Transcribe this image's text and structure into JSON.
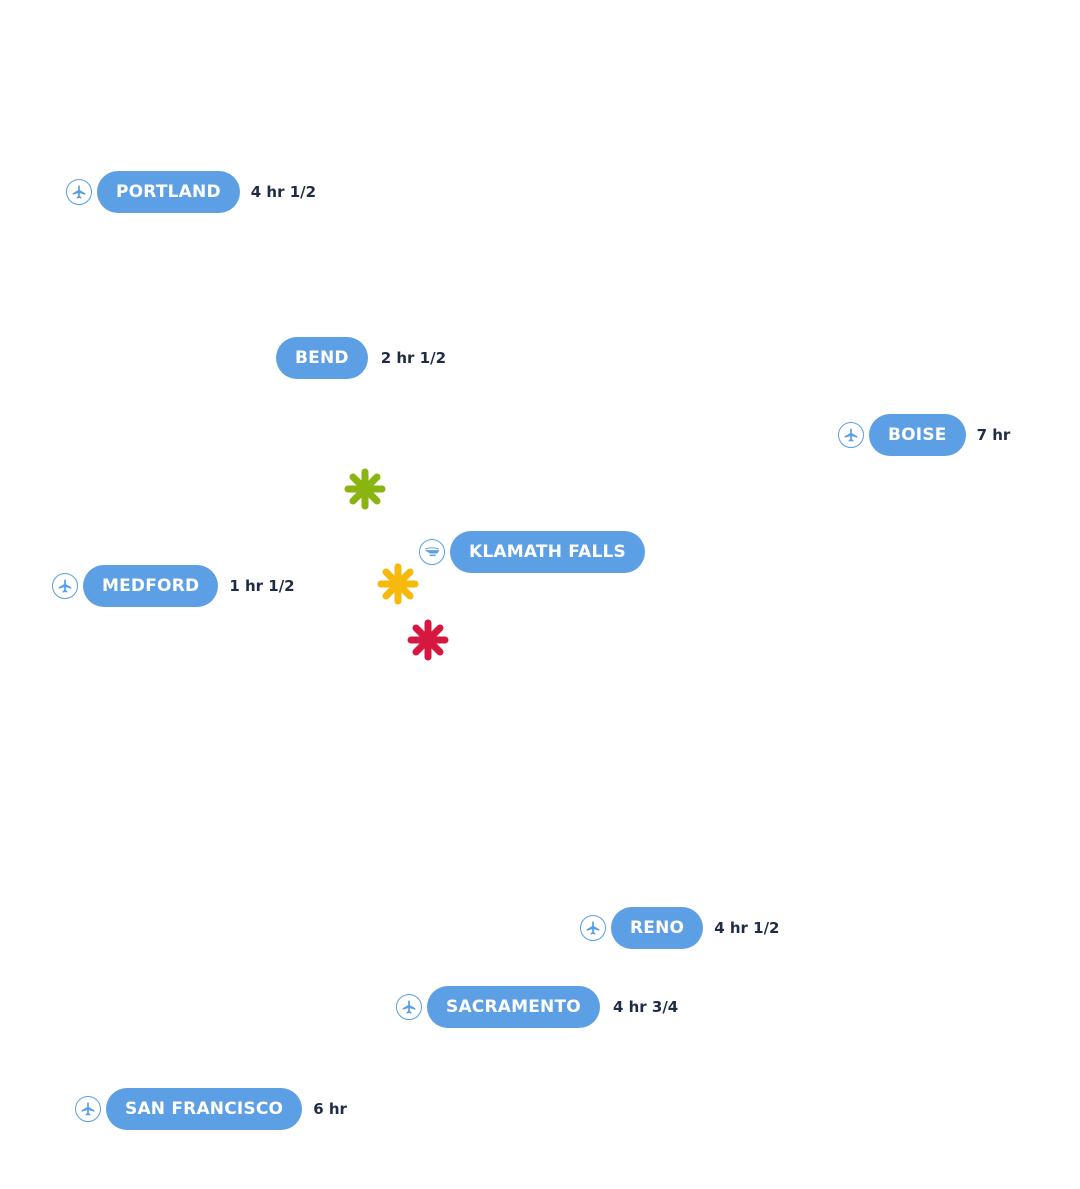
{
  "colors": {
    "label_bg": "#5d9fe4",
    "label_text": "#ffffff",
    "time_text": "#1f2d44",
    "icon_stroke": "#5a9fe3",
    "marker_green": "#8ab40f",
    "marker_yellow": "#f6b90c",
    "marker_red": "#d6173f"
  },
  "destinations": [
    {
      "name": "PORTLAND",
      "time": "4 hr 1/2",
      "icon": "airport-icon"
    },
    {
      "name": "BEND",
      "time": "2 hr 1/2",
      "icon": ""
    },
    {
      "name": "BOISE",
      "time": "7 hr",
      "icon": "airport-icon"
    },
    {
      "name": "KLAMATH FALLS",
      "time": "",
      "icon": "train-icon"
    },
    {
      "name": "MEDFORD",
      "time": "1 hr 1/2",
      "icon": "airport-icon"
    },
    {
      "name": "RENO",
      "time": "4 hr 1/2",
      "icon": "airport-icon"
    },
    {
      "name": "SACRAMENTO",
      "time": "4 hr 3/4",
      "icon": "airport-icon"
    },
    {
      "name": "SAN FRANCISCO",
      "time": "6 hr",
      "icon": "airport-icon"
    }
  ],
  "markers": [
    {
      "name": "green-asterisk-marker",
      "color": "#8ab40f"
    },
    {
      "name": "yellow-asterisk-marker",
      "color": "#f6b90c"
    },
    {
      "name": "red-asterisk-marker",
      "color": "#d6173f"
    }
  ]
}
